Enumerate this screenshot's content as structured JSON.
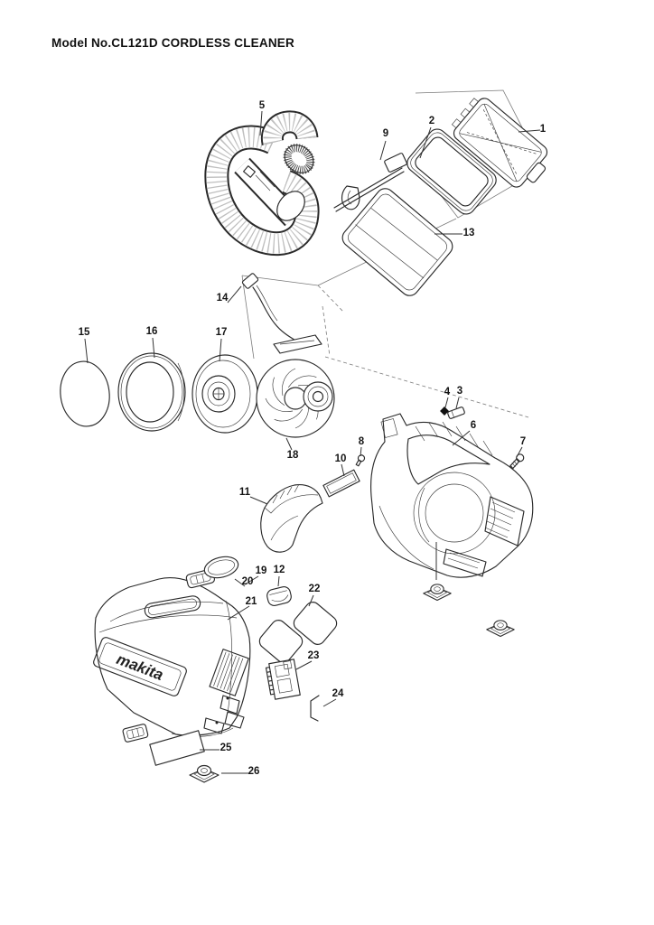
{
  "page": {
    "title": "Model No.CL121D CORDLESS CLEANER"
  },
  "diagram": {
    "brand_logo_text": "makita",
    "callouts": [
      "1",
      "2",
      "3",
      "4",
      "5",
      "6",
      "7",
      "8",
      "9",
      "10",
      "11",
      "12",
      "13",
      "14",
      "15",
      "16",
      "17",
      "18",
      "19",
      "20",
      "21",
      "22",
      "23",
      "24",
      "25",
      "26"
    ]
  }
}
